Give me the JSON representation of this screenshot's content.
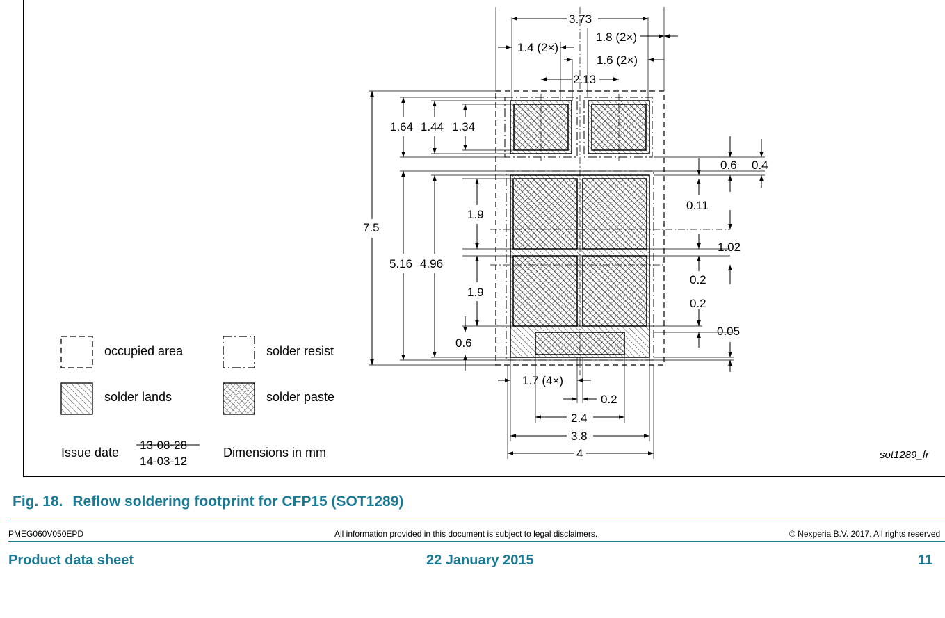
{
  "figure": {
    "legend": {
      "occupied_area": "occupied area",
      "solder_resist": "solder resist",
      "solder_lands": "solder lands",
      "solder_paste": "solder paste"
    },
    "issue": {
      "label": "Issue date",
      "old_date": "13-08-28",
      "new_date": "14-03-12"
    },
    "units_note": "Dimensions in mm",
    "drawing_code": "sot1289_fr",
    "dimensions": {
      "total_width": "3.73",
      "pad_gap_1": "1.8 (2×)",
      "pad_width_1": "1.4 (2×)",
      "pad_gap_2": "1.6 (2×)",
      "pad_pitch": "2.13",
      "pad_h_1": "1.64",
      "pad_h_2": "1.44",
      "pad_h_3": "1.34",
      "right_1": "0.6",
      "right_2": "0.4",
      "right_3": "0.11",
      "right_4": "1.02",
      "right_5": "0.2",
      "right_6": "0.2",
      "right_7": "0.05",
      "total_height": "7.5",
      "big_h_1": "5.16",
      "big_h_2": "4.96",
      "cell_h_1": "1.9",
      "cell_h_2": "1.9",
      "bottom_left": "0.6",
      "bottom_w_1": "1.7 (4×)",
      "bottom_gap": "0.2",
      "bottom_w_2": "2.4",
      "bottom_w_3": "3.8",
      "bottom_w_4": "4"
    }
  },
  "caption": {
    "number": "Fig. 18.",
    "title": "Reflow soldering footprint for CFP15 (SOT1289)"
  },
  "footer": {
    "doc_id": "PMEG060V050EPD",
    "disclaimer": "All information provided in this document is subject to legal disclaimers.",
    "copyright": "© Nexperia B.V. 2017. All rights reserved",
    "doc_type": "Product data sheet",
    "date": "22 January 2015",
    "page": "11"
  }
}
